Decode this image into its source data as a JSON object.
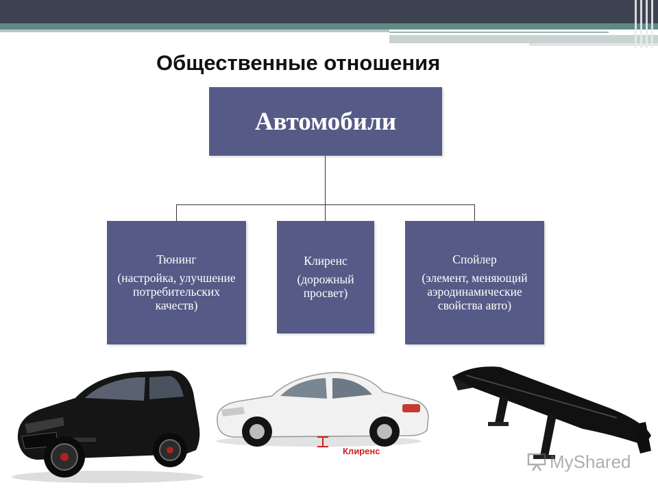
{
  "slide": {
    "title": "Общественные отношения",
    "root": {
      "label": "Автомобили"
    },
    "children": [
      {
        "head": "Тюнинг",
        "detail": "(настройка, улучшение потребительских качеств)"
      },
      {
        "head": "Клиренс",
        "detail": "(дорожный просвет)"
      },
      {
        "head": "Спойлер",
        "detail": "(элемент, меняющий аэродинамические свойства авто)"
      }
    ],
    "images": {
      "suv": "black-suv-illustration",
      "sedan": "white-sedan-illustration",
      "spoiler": "rear-spoiler-illustration",
      "sedan_annotation": "Клиренс"
    },
    "watermark": "MyShared"
  },
  "colors": {
    "box_fill": "#565a86",
    "header_dark": "#3d4351",
    "header_teal": "#5e8a86",
    "annotation_red": "#d11c1c"
  }
}
